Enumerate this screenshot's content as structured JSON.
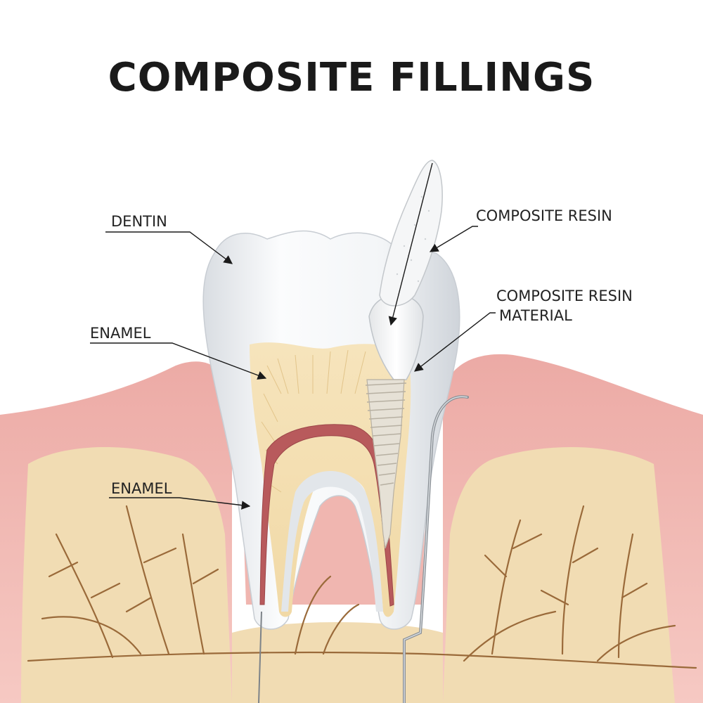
{
  "title": "COMPOSITE FILLINGS",
  "labels": {
    "dentin": "DENTIN",
    "enamel_upper": "ENAMEL",
    "enamel_lower": "ENAMEL",
    "composite_resin": "COMPOSITE RESIN",
    "composite_resin_material_line1": "COMPOSITE RESIN",
    "composite_resin_material_line2": "MATERIAL"
  },
  "colors": {
    "gum": "#e8a4a0",
    "gum_dark": "#d88884",
    "bone": "#f1dcb3",
    "nerve": "#9a6a3a",
    "enamel": "#eef0f2",
    "dentin": "#f4e2b8",
    "pulp": "#b85a5c",
    "resin": "#f6f6f6"
  }
}
